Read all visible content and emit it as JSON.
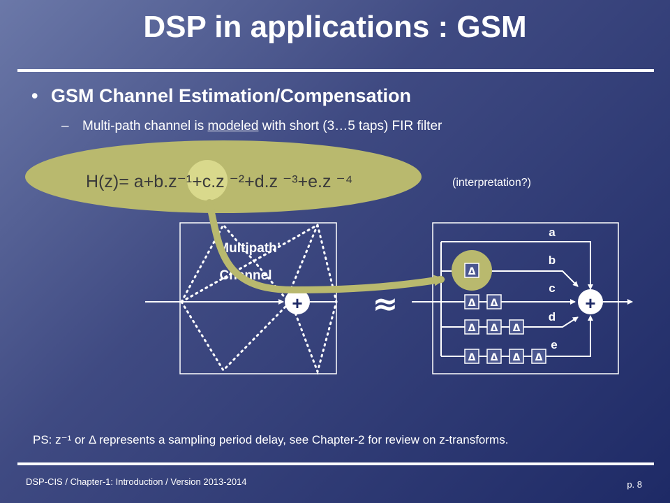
{
  "slide": {
    "title": "DSP in applications : GSM",
    "bullet1": "GSM Channel Estimation/Compensation",
    "bullet2_pre": "Multi-path channel is ",
    "bullet2_underline": "modeled",
    "bullet2_post": " with short (3…5 taps) FIR filter",
    "formula": "H(z)= a+b.z⁻¹+c.z ⁻²+d.z ⁻³+e.z ⁻⁴",
    "interpretation": "(interpretation?)",
    "ps": "PS: z⁻¹ or Δ represents a sampling period delay, see Chapter-2 for review on z-transforms.",
    "footer": "DSP-CIS  /  Chapter-1: Introduction  /  Version 2013-2014",
    "page": "p. 8"
  },
  "channel": {
    "label_line1": "`Multipath’",
    "label_line2": "Channel",
    "adder": "+"
  },
  "approx_symbol": "≈",
  "fir": {
    "delay_symbol": "Δ",
    "adder": "+",
    "taps": [
      "a",
      "b",
      "c",
      "d",
      "e"
    ]
  },
  "colors": {
    "highlight": "#b9b96e",
    "formula_text": "#3a3a3a"
  }
}
